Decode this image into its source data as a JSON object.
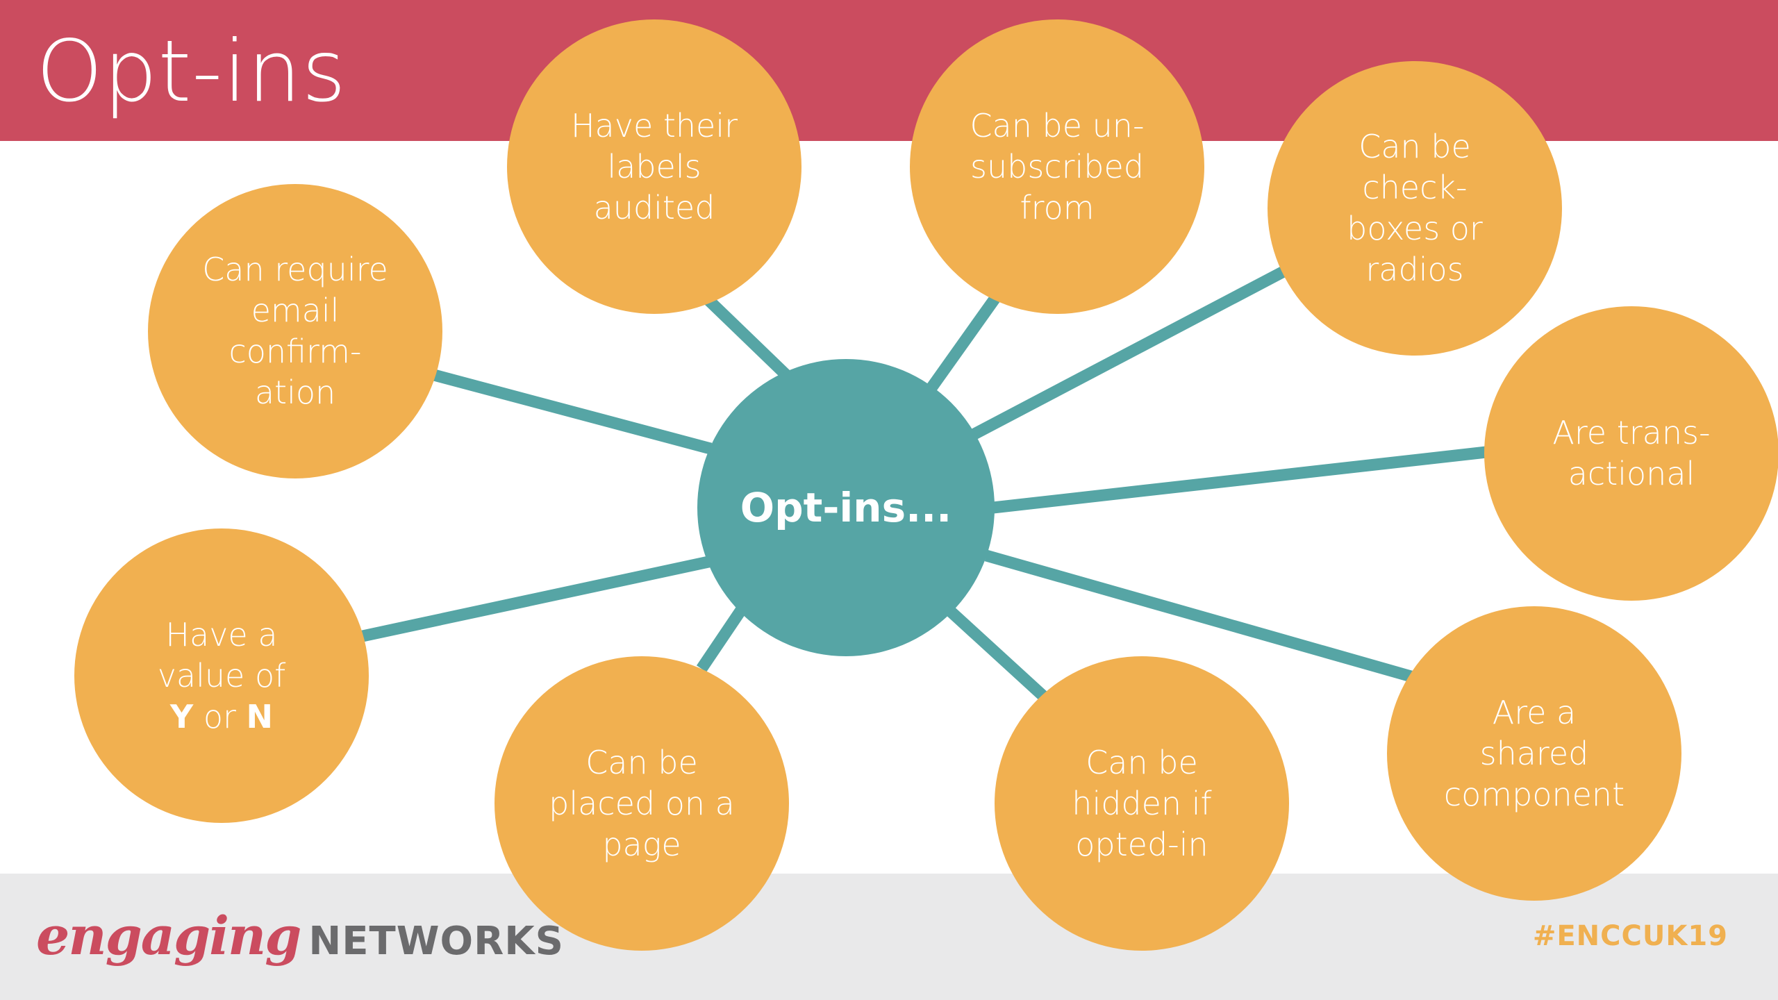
{
  "header": {
    "title": "Opt-ins"
  },
  "center": {
    "label": "Opt-ins..."
  },
  "bubbles": [
    {
      "text": "Have their\nlabels\naudited"
    },
    {
      "text": "Can be un-\nsubscribed\nfrom"
    },
    {
      "text": "Can be\ncheck-\nboxes or\nradios"
    },
    {
      "text": "Can require\nemail\nconfirm-\nation"
    },
    {
      "text": "Are trans-\nactional"
    },
    {
      "line1": "Have a",
      "line2": "value of",
      "y": "Y",
      "or": "or",
      "n": "N"
    },
    {
      "text": "Can be\nplaced on a\npage"
    },
    {
      "text": "Can be\nhidden if\nopted-in"
    },
    {
      "text": "Are a\nshared\ncomponent"
    }
  ],
  "footer": {
    "brand_script": "engaging",
    "brand_bold": "NETWORKS",
    "hashtag": "#ENCCUK19"
  },
  "colors": {
    "header_band": "#cb4c5f",
    "bubble": "#f1b050",
    "hub": "#56a5a5",
    "connector": "#56a5a5",
    "footer_band": "#e9e9ea"
  }
}
